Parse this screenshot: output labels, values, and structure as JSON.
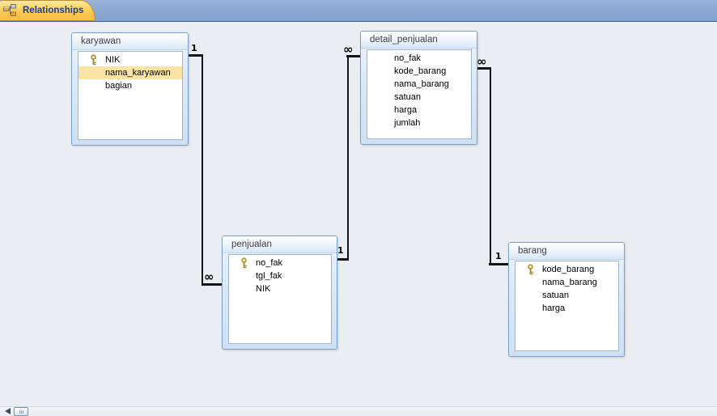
{
  "window": {
    "tab_label": "Relationships"
  },
  "colors": {
    "tab_bar_bg": "#8aa7d2",
    "tab_active_bg": "#f9c44f",
    "tab_label_color": "#15428b",
    "canvas_bg": "#eaedf1",
    "table_border": "#7ba0c7",
    "table_header_bg": "#d8e7f7",
    "selected_row_bg": "#fbe3a5",
    "relationship_line": "#141414",
    "key_icon_color": "#a08a2e"
  },
  "tables": [
    {
      "name": "karyawan",
      "fields": [
        {
          "name": "NIK",
          "primary_key": true,
          "selected": false
        },
        {
          "name": "nama_karyawan",
          "primary_key": false,
          "selected": true
        },
        {
          "name": "bagian",
          "primary_key": false,
          "selected": false
        }
      ]
    },
    {
      "name": "detail_penjualan",
      "fields": [
        {
          "name": "no_fak",
          "primary_key": false,
          "selected": false
        },
        {
          "name": "kode_barang",
          "primary_key": false,
          "selected": false
        },
        {
          "name": "nama_barang",
          "primary_key": false,
          "selected": false
        },
        {
          "name": "satuan",
          "primary_key": false,
          "selected": false
        },
        {
          "name": "harga",
          "primary_key": false,
          "selected": false
        },
        {
          "name": "jumlah",
          "primary_key": false,
          "selected": false
        }
      ]
    },
    {
      "name": "penjualan",
      "fields": [
        {
          "name": "no_fak",
          "primary_key": true,
          "selected": false
        },
        {
          "name": "tgl_fak",
          "primary_key": false,
          "selected": false
        },
        {
          "name": "NIK",
          "primary_key": false,
          "selected": false
        }
      ]
    },
    {
      "name": "barang",
      "fields": [
        {
          "name": "kode_barang",
          "primary_key": true,
          "selected": false
        },
        {
          "name": "nama_barang",
          "primary_key": false,
          "selected": false
        },
        {
          "name": "satuan",
          "primary_key": false,
          "selected": false
        },
        {
          "name": "harga",
          "primary_key": false,
          "selected": false
        }
      ]
    }
  ],
  "relationships": [
    {
      "from_table": "karyawan",
      "to_table": "penjualan",
      "one_label": "1",
      "many_label": "∞"
    },
    {
      "from_table": "penjualan",
      "to_table": "detail_penjualan",
      "one_label": "1",
      "many_label": "∞"
    },
    {
      "from_table": "barang",
      "to_table": "detail_penjualan",
      "one_label": "1",
      "many_label": "∞"
    }
  ]
}
